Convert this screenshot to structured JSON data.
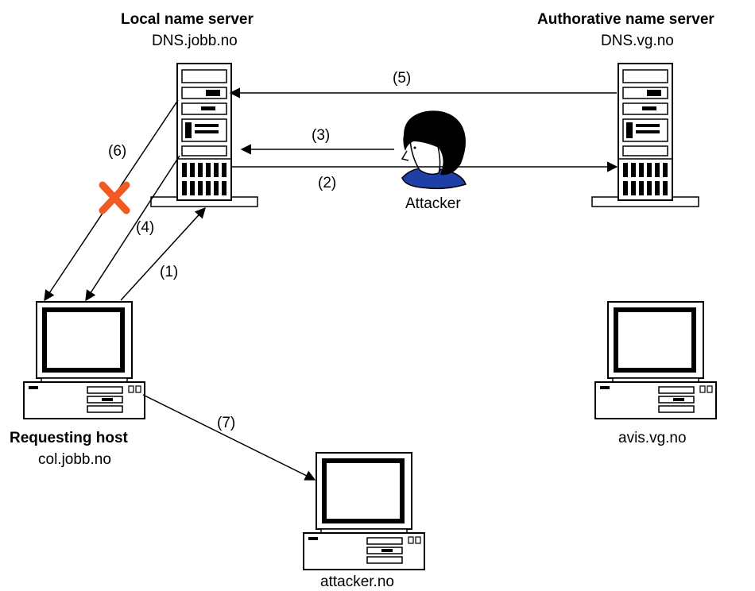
{
  "nodes": {
    "local_server": {
      "title": "Local name server",
      "host": "DNS.jobb.no"
    },
    "auth_server": {
      "title": "Authorative name server",
      "host": "DNS.vg.no"
    },
    "attacker": {
      "label": "Attacker"
    },
    "requesting_host": {
      "title": "Requesting host",
      "host": "col.jobb.no"
    },
    "avis_host": {
      "host": "avis.vg.no"
    },
    "attacker_host": {
      "host": "attacker.no"
    }
  },
  "steps": [
    "(1)",
    "(2)",
    "(3)",
    "(4)",
    "(5)",
    "(6)",
    "(7)"
  ],
  "colors": {
    "blocked_mark": "#f15a22",
    "attacker_shirt": "#1e3fa8",
    "line": "#000000"
  },
  "icons": {
    "server": "server-tower-icon",
    "computer": "desktop-computer-icon",
    "attacker": "person-head-icon",
    "blocked": "red-x-icon"
  }
}
